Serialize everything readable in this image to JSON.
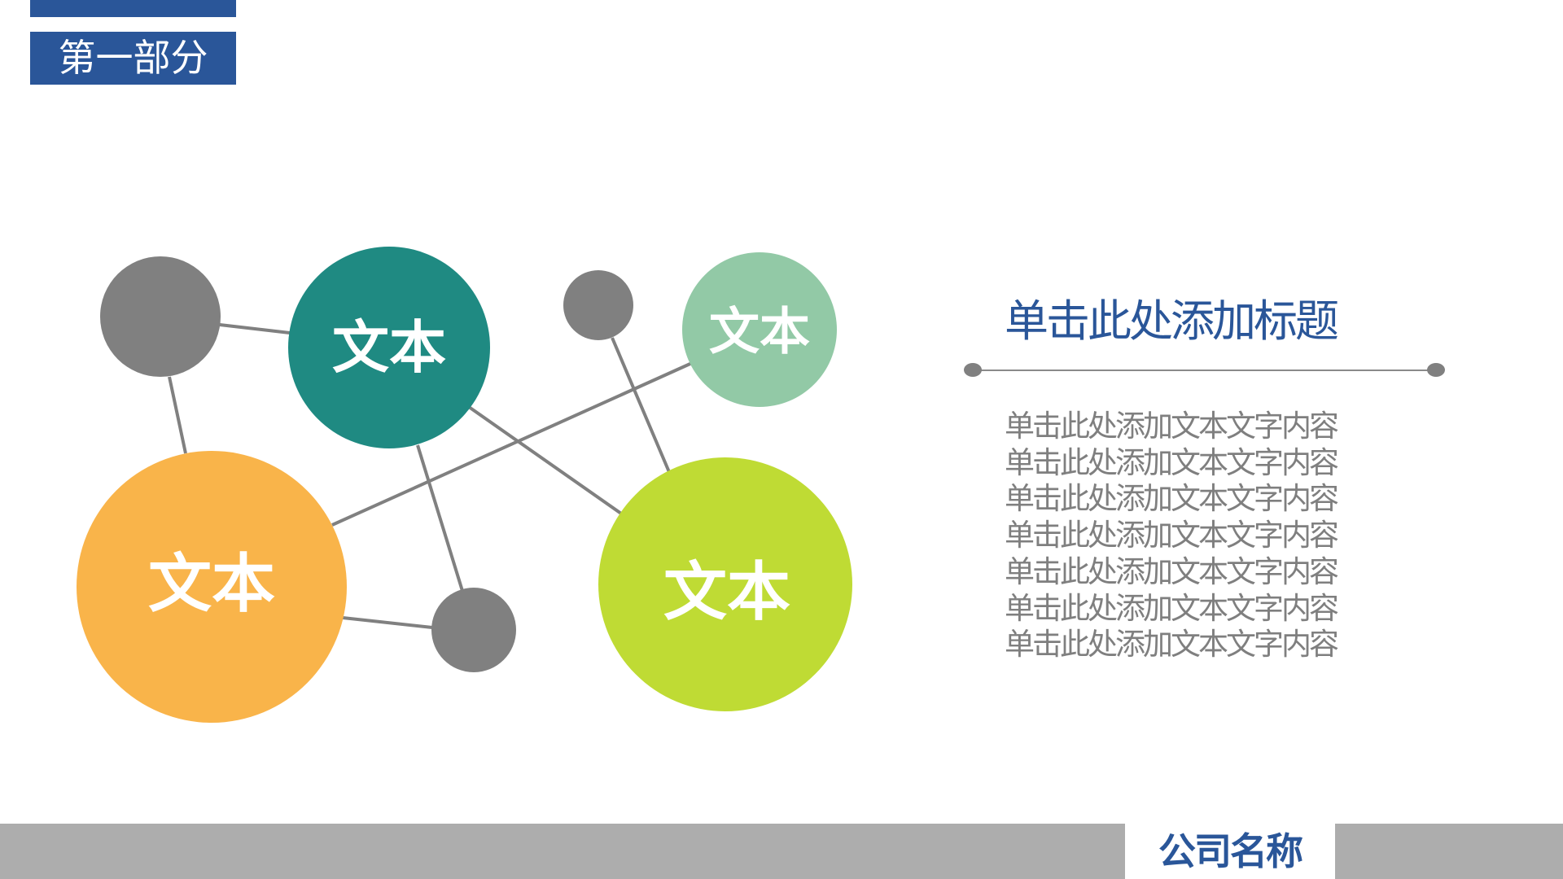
{
  "header": {
    "section_label": "第一部分",
    "accent_color": "#2a5699"
  },
  "diagram": {
    "nodes": [
      {
        "id": "gray-top-left",
        "color": "#808080",
        "label": ""
      },
      {
        "id": "teal",
        "color": "#1f8a82",
        "label": "文本"
      },
      {
        "id": "gray-top-small",
        "color": "#808080",
        "label": ""
      },
      {
        "id": "mint",
        "color": "#92c9a6",
        "label": "文本"
      },
      {
        "id": "orange",
        "color": "#f9b44a",
        "label": "文本"
      },
      {
        "id": "gray-bottom",
        "color": "#808080",
        "label": ""
      },
      {
        "id": "lime",
        "color": "#bfdb34",
        "label": "文本"
      }
    ],
    "connector_color": "#808080"
  },
  "content": {
    "title": "单击此处添加标题",
    "body_lines": [
      "单击此处添加文本文字内容",
      "单击此处添加文本文字内容",
      "单击此处添加文本文字内容",
      "单击此处添加文本文字内容",
      "单击此处添加文本文字内容",
      "单击此处添加文本文字内容",
      "单击此处添加文本文字内容"
    ]
  },
  "footer": {
    "company_name": "公司名称",
    "bar_color": "#adadad"
  }
}
